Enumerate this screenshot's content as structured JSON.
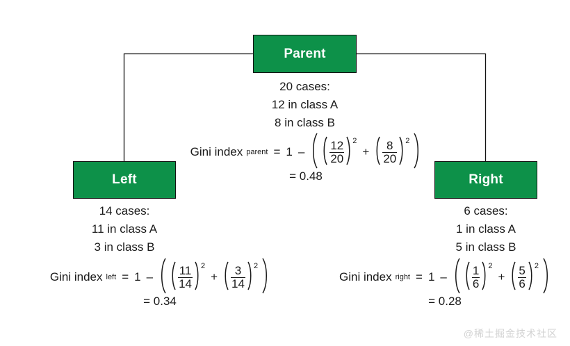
{
  "diagram": {
    "type": "decision-tree-split",
    "accent_color": "#0d9149",
    "line_color": "#111111",
    "background": "#ffffff"
  },
  "nodes": {
    "parent": {
      "label": "Parent",
      "cases_total": "20 cases:",
      "class_a": "12 in class A",
      "class_b": "8 in class B"
    },
    "left": {
      "label": "Left",
      "cases_total": "14 cases:",
      "class_a": "11 in class A",
      "class_b": "3 in class B"
    },
    "right": {
      "label": "Right",
      "cases_total": "6 cases:",
      "class_a": "1 in class A",
      "class_b": "5 in class B"
    }
  },
  "formulas": {
    "parent": {
      "name": "Gini index",
      "subscript": "parent",
      "equals": "=",
      "one": "1",
      "minus": "–",
      "term1_num": "12",
      "term1_den": "20",
      "exp1": "2",
      "plus": "+",
      "term2_num": "8",
      "term2_den": "20",
      "exp2": "2",
      "result_line": "= 0.48",
      "result_value": "0.48"
    },
    "left": {
      "name": "Gini index",
      "subscript": "left",
      "equals": "=",
      "one": "1",
      "minus": "–",
      "term1_num": "11",
      "term1_den": "14",
      "exp1": "2",
      "plus": "+",
      "term2_num": "3",
      "term2_den": "14",
      "exp2": "2",
      "result_line": "= 0.34",
      "result_value": "0.34"
    },
    "right": {
      "name": "Gini index",
      "subscript": "right",
      "equals": "=",
      "one": "1",
      "minus": "–",
      "term1_num": "1",
      "term1_den": "6",
      "exp1": "2",
      "plus": "+",
      "term2_num": "5",
      "term2_den": "6",
      "exp2": "2",
      "result_line": "= 0.28",
      "result_value": "0.28"
    }
  },
  "watermark": {
    "text": "@稀土掘金技术社区"
  }
}
